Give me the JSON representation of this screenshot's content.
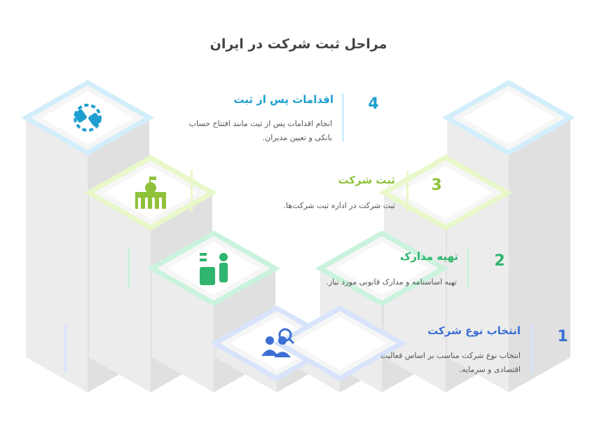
{
  "title": "مراحل ثبت شرکت در ایران",
  "steps": [
    {
      "number": "1",
      "title": "انتخاب نوع شرکت",
      "desc": "انتخاب نوع شرکت مناسب بر اساس فعالیت اقتصادی و سرمایه.",
      "color": "#3b6fd4",
      "light": "#d7e4fb",
      "icon": "people-search-icon"
    },
    {
      "number": "2",
      "title": "تهیه مدارک",
      "desc": "تهیه اساسنامه و مدارک قانونی مورد نیاز.",
      "color": "#2fb56e",
      "light": "#c9f3dc",
      "icon": "person-desk-icon"
    },
    {
      "number": "3",
      "title": "ثبت شرکت",
      "desc": "ثبت شرکت در اداره ثبت شرکت‌ها.",
      "color": "#8fc23a",
      "light": "#e8f8c8",
      "icon": "government-building-icon"
    },
    {
      "number": "4",
      "title": "اقدامات پس از ثبت",
      "desc": "انجام اقدامات پس از ثبت مانند افتتاح حساب بانکی و تعیین مدیران.",
      "color": "#1e9fd0",
      "light": "#d2eefb",
      "icon": "handshake-icon"
    }
  ]
}
